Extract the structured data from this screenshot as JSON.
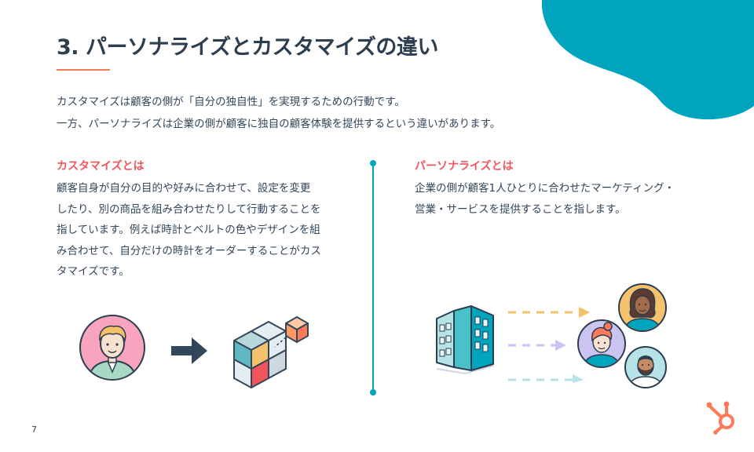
{
  "slide": {
    "title": "3. パーソナライズとカスタマイズの違い",
    "intro": [
      "カスタマイズは顧客の側が「自分の独自性」を実現するための行動です。",
      "一方、パーソナライズは企業の側が顧客に独自の顧客体験を提供するという違いがあります。"
    ],
    "left": {
      "heading": "カスタマイズとは",
      "lines": [
        "顧客自身が自分の目的や好みに合わせて、設定を変更",
        "したり、別の商品を組み合わせたりして行動することを",
        "指しています。例えば時計とベルトの色やデザインを組",
        "み合わせて、自分だけの時計をオーダーすることがカス",
        "タマイズです。"
      ]
    },
    "right": {
      "heading": "パーソナライズとは",
      "lines": [
        "企業の側が顧客1人ひとりに合わせたマーケティング・",
        "営業・サービスを提供することを指します。"
      ]
    },
    "page_number": "7"
  },
  "colors": {
    "accent_teal": "#00a4bd",
    "heading_red": "#f2545b",
    "title_dark": "#2d3e50",
    "rule_orange": "#ff7a59",
    "logo_orange": "#ff7a59"
  },
  "icons": {
    "left_illustration": [
      "person-avatar-icon",
      "arrow-right-icon",
      "cube-blocks-icon"
    ],
    "right_illustration": [
      "building-icon",
      "dashed-arrow-icon",
      "customer-avatar-icon"
    ],
    "logo": "hubspot-sprocket-icon"
  }
}
